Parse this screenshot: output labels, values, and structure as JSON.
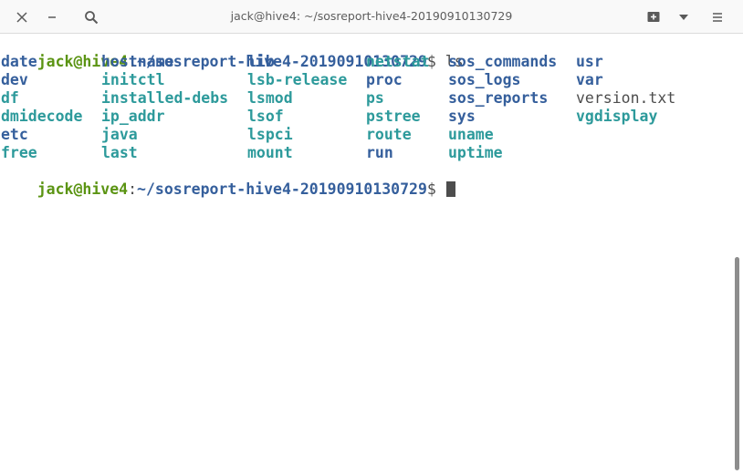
{
  "window": {
    "title": "jack@hive4: ~/sosreport-hive4-20190910130729",
    "buttons": {
      "close": "close-icon",
      "minimize": "minimize-icon",
      "search": "search-icon",
      "new_tab": "new-tab-icon",
      "dropdown": "chevron-down-icon",
      "menu": "hamburger-menu-icon"
    }
  },
  "terminal": {
    "prompt_user": "jack@hive4",
    "prompt_colon": ":",
    "prompt_path": "~/sosreport-hive4-20190910130729",
    "prompt_symbol": "$ ",
    "command": "ls",
    "listing": [
      [
        {
          "text": "date",
          "type": "dir"
        },
        {
          "text": "hostname",
          "type": "dir"
        },
        {
          "text": "lib",
          "type": "dir"
        },
        {
          "text": "netstat",
          "type": "link"
        },
        {
          "text": "sos_commands",
          "type": "dir"
        },
        {
          "text": "usr",
          "type": "dir"
        }
      ],
      [
        {
          "text": "dev",
          "type": "dir"
        },
        {
          "text": "initctl",
          "type": "link"
        },
        {
          "text": "lsb-release",
          "type": "link"
        },
        {
          "text": "proc",
          "type": "dir"
        },
        {
          "text": "sos_logs",
          "type": "dir"
        },
        {
          "text": "var",
          "type": "dir"
        }
      ],
      [
        {
          "text": "df",
          "type": "link"
        },
        {
          "text": "installed-debs",
          "type": "link"
        },
        {
          "text": "lsmod",
          "type": "link"
        },
        {
          "text": "ps",
          "type": "link"
        },
        {
          "text": "sos_reports",
          "type": "dir"
        },
        {
          "text": "version.txt",
          "type": "file"
        }
      ],
      [
        {
          "text": "dmidecode",
          "type": "link"
        },
        {
          "text": "ip_addr",
          "type": "link"
        },
        {
          "text": "lsof",
          "type": "link"
        },
        {
          "text": "pstree",
          "type": "link"
        },
        {
          "text": "sys",
          "type": "dir"
        },
        {
          "text": "vgdisplay",
          "type": "link"
        }
      ],
      [
        {
          "text": "etc",
          "type": "dir"
        },
        {
          "text": "java",
          "type": "link"
        },
        {
          "text": "lspci",
          "type": "link"
        },
        {
          "text": "route",
          "type": "link"
        },
        {
          "text": "uname",
          "type": "link"
        }
      ],
      [
        {
          "text": "free",
          "type": "link"
        },
        {
          "text": "last",
          "type": "link"
        },
        {
          "text": "mount",
          "type": "link"
        },
        {
          "text": "run",
          "type": "dir"
        },
        {
          "text": "uptime",
          "type": "link"
        }
      ]
    ]
  },
  "colors": {
    "user": "#5b9413",
    "path": "#355f9c",
    "dir": "#355f9c",
    "link": "#2d9a9b",
    "file": "#4d4d4d"
  }
}
